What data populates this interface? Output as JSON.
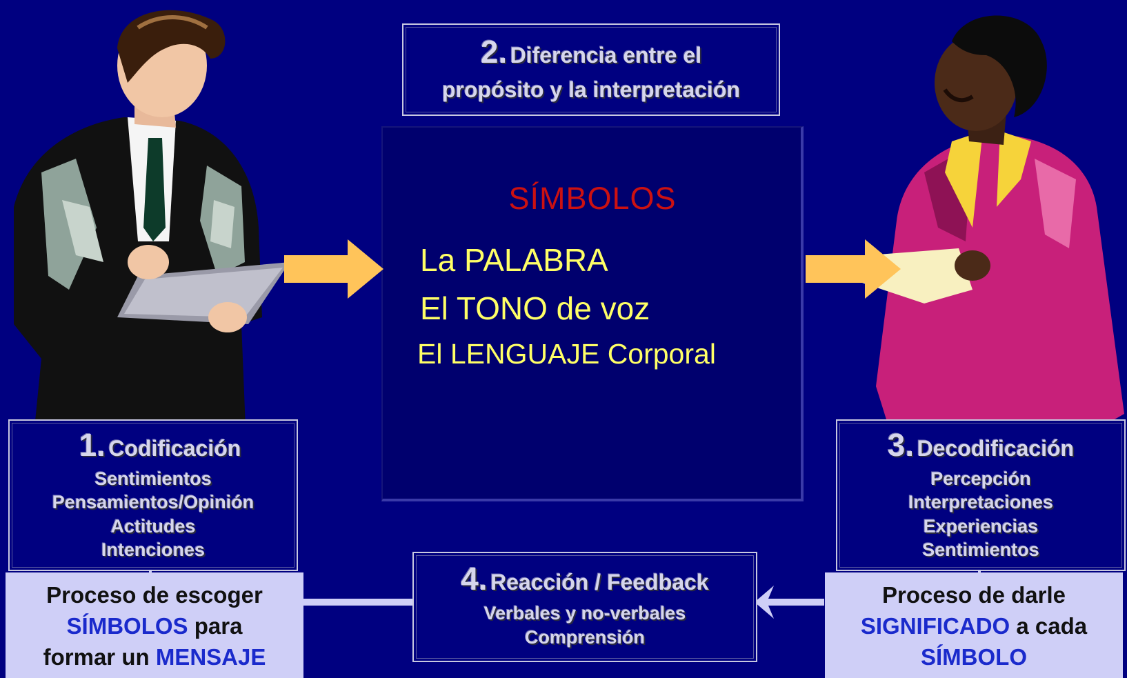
{
  "step2": {
    "num": "2.",
    "title_line1": "Diferencia entre el",
    "title_line2": "propósito y la interpretación"
  },
  "center": {
    "title": "SÍMBOLOS",
    "items": [
      "La PALABRA",
      "El TONO de voz",
      "El LENGUAJE Corporal"
    ]
  },
  "step1": {
    "num": "1.",
    "title": "Codificación",
    "items": [
      "Sentimientos",
      "Pensamientos/Opinión",
      "Actitudes",
      "Intenciones"
    ]
  },
  "step3": {
    "num": "3.",
    "title": "Decodificación",
    "items": [
      "Percepción",
      "Interpretaciones",
      "Experiencias",
      "Sentimientos"
    ]
  },
  "step4": {
    "num": "4.",
    "title": "Reacción / Feedback",
    "items": [
      "Verbales y no-verbales",
      "Comprensión"
    ]
  },
  "note_left": {
    "line1": "Proceso de escoger",
    "hl1": "SÍMBOLOS",
    "t1": " para",
    "t2": "formar un ",
    "hl2": "MENSAJE"
  },
  "note_right": {
    "line1": "Proceso de darle",
    "hl1": "SIGNIFICADO",
    "t1": " a cada",
    "hl2": "SÍMBOLO"
  },
  "colors": {
    "background": "#000080",
    "title_red": "#cc1111",
    "items_yellow": "#ffff66",
    "arrow": "#ffc45a",
    "note_bg": "#cfcff7",
    "highlight": "#1a2acc"
  },
  "icons": [
    "man-with-notebook-illustration",
    "woman-with-paper-illustration",
    "right-arrow-icon",
    "left-arrow-icon"
  ]
}
